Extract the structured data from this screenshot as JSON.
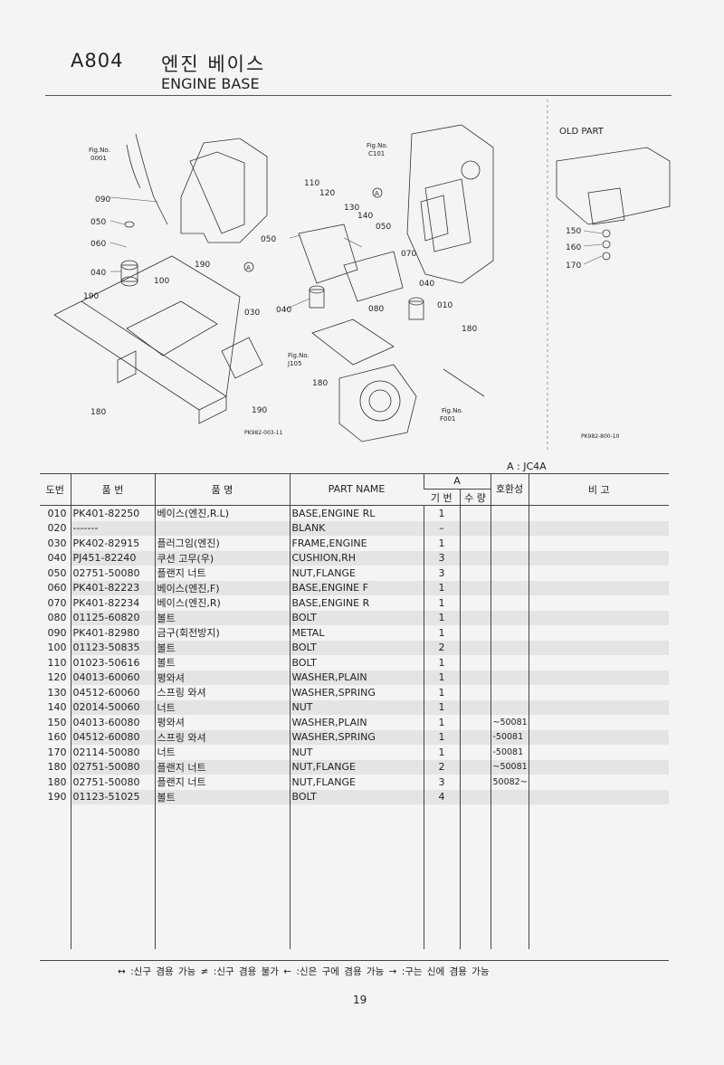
{
  "header": {
    "code": "A804",
    "title_ko": "엔진 베이스",
    "title_en": "ENGINE BASE"
  },
  "diagram": {
    "labels": {
      "fig0001": "Fig.No.",
      "fig0001b": "0001",
      "figc101": "Fig.No.",
      "figc101b": "C101",
      "figj105": "Fig.No.",
      "figj105b": "J105",
      "figf001": "Fig.No.",
      "figf001b": "F001",
      "ref_main": "PK982-003-11",
      "ref_old": "PK982-800-10",
      "old_part": "OLD PART",
      "callout_a": "A",
      "parts": [
        "090",
        "050",
        "060",
        "040",
        "190",
        "100",
        "190",
        "030",
        "180",
        "190",
        "110",
        "120",
        "130",
        "140",
        "050",
        "070",
        "050",
        "040",
        "080",
        "040",
        "010",
        "180",
        "180",
        "150",
        "160",
        "170"
      ]
    }
  },
  "table": {
    "model": "A : JC4A",
    "headers": {
      "no": "도번",
      "part_no": "품 번",
      "name_ko": "품 명",
      "name_en": "PART NAME",
      "group_a": "A",
      "base_no": "기 번",
      "qty": "수 량",
      "interch": "호환성",
      "remarks": "비 고"
    },
    "rows": [
      {
        "no": "010",
        "part": "PK401-82250",
        "ko": "베이스(엔진,R.L)",
        "en": "BASE,ENGINE RL",
        "base": "1",
        "qty": "",
        "ic": "",
        "rm": ""
      },
      {
        "no": "020",
        "part": "-------",
        "ko": "",
        "en": "BLANK",
        "base": "–",
        "qty": "",
        "ic": "",
        "rm": ""
      },
      {
        "no": "030",
        "part": "PK402-82915",
        "ko": "플러그임(엔진)",
        "en": "FRAME,ENGINE",
        "base": "1",
        "qty": "",
        "ic": "",
        "rm": ""
      },
      {
        "no": "040",
        "part": "PJ451-82240",
        "ko": "쿠션 고무(우)",
        "en": "CUSHION,RH",
        "base": "3",
        "qty": "",
        "ic": "",
        "rm": ""
      },
      {
        "no": "050",
        "part": "02751-50080",
        "ko": "플랜지 너트",
        "en": "NUT,FLANGE",
        "base": "3",
        "qty": "",
        "ic": "",
        "rm": ""
      },
      {
        "no": "060",
        "part": "PK401-82223",
        "ko": "베이스(엔진,F)",
        "en": "BASE,ENGINE F",
        "base": "1",
        "qty": "",
        "ic": "",
        "rm": ""
      },
      {
        "no": "070",
        "part": "PK401-82234",
        "ko": "베이스(엔진,R)",
        "en": "BASE,ENGINE R",
        "base": "1",
        "qty": "",
        "ic": "",
        "rm": ""
      },
      {
        "no": "080",
        "part": "01125-60820",
        "ko": "볼트",
        "en": "BOLT",
        "base": "1",
        "qty": "",
        "ic": "",
        "rm": ""
      },
      {
        "no": "090",
        "part": "PK401-82980",
        "ko": "금구(회전방지)",
        "en": "METAL",
        "base": "1",
        "qty": "",
        "ic": "",
        "rm": ""
      },
      {
        "no": "100",
        "part": "01123-50835",
        "ko": "볼트",
        "en": "BOLT",
        "base": "2",
        "qty": "",
        "ic": "",
        "rm": ""
      },
      {
        "no": "110",
        "part": "01023-50616",
        "ko": "볼트",
        "en": "BOLT",
        "base": "1",
        "qty": "",
        "ic": "",
        "rm": ""
      },
      {
        "no": "120",
        "part": "04013-60060",
        "ko": "평와셔",
        "en": "WASHER,PLAIN",
        "base": "1",
        "qty": "",
        "ic": "",
        "rm": ""
      },
      {
        "no": "130",
        "part": "04512-60060",
        "ko": "스프링 와셔",
        "en": "WASHER,SPRING",
        "base": "1",
        "qty": "",
        "ic": "",
        "rm": ""
      },
      {
        "no": "140",
        "part": "02014-50060",
        "ko": "너트",
        "en": "NUT",
        "base": "1",
        "qty": "",
        "ic": "",
        "rm": ""
      },
      {
        "no": "150",
        "part": "04013-60080",
        "ko": "평와셔",
        "en": "WASHER,PLAIN",
        "base": "1",
        "qty": "",
        "ic": "~50081",
        "rm": ""
      },
      {
        "no": "160",
        "part": "04512-60080",
        "ko": "스프링 와셔",
        "en": "WASHER,SPRING",
        "base": "1",
        "qty": "",
        "ic": "-50081",
        "rm": ""
      },
      {
        "no": "170",
        "part": "02114-50080",
        "ko": "너트",
        "en": "NUT",
        "base": "1",
        "qty": "",
        "ic": "-50081",
        "rm": ""
      },
      {
        "no": "180",
        "part": "02751-50080",
        "ko": "플랜지 너트",
        "en": "NUT,FLANGE",
        "base": "2",
        "qty": "",
        "ic": "~50081",
        "rm": ""
      },
      {
        "no": "180",
        "part": "02751-50080",
        "ko": "플랜지 너트",
        "en": "NUT,FLANGE",
        "base": "3",
        "qty": "",
        "ic": "50082~",
        "rm": ""
      },
      {
        "no": "190",
        "part": "01123-51025",
        "ko": "볼트",
        "en": "BOLT",
        "base": "4",
        "qty": "",
        "ic": "",
        "rm": ""
      }
    ]
  },
  "footer": {
    "legend": "↔ :신구 겸용 가능    ≠ :신구 겸용 불가    ← :신은 구에 겸용 가능    → :구는 신에 겸용 가능",
    "page": "19"
  }
}
